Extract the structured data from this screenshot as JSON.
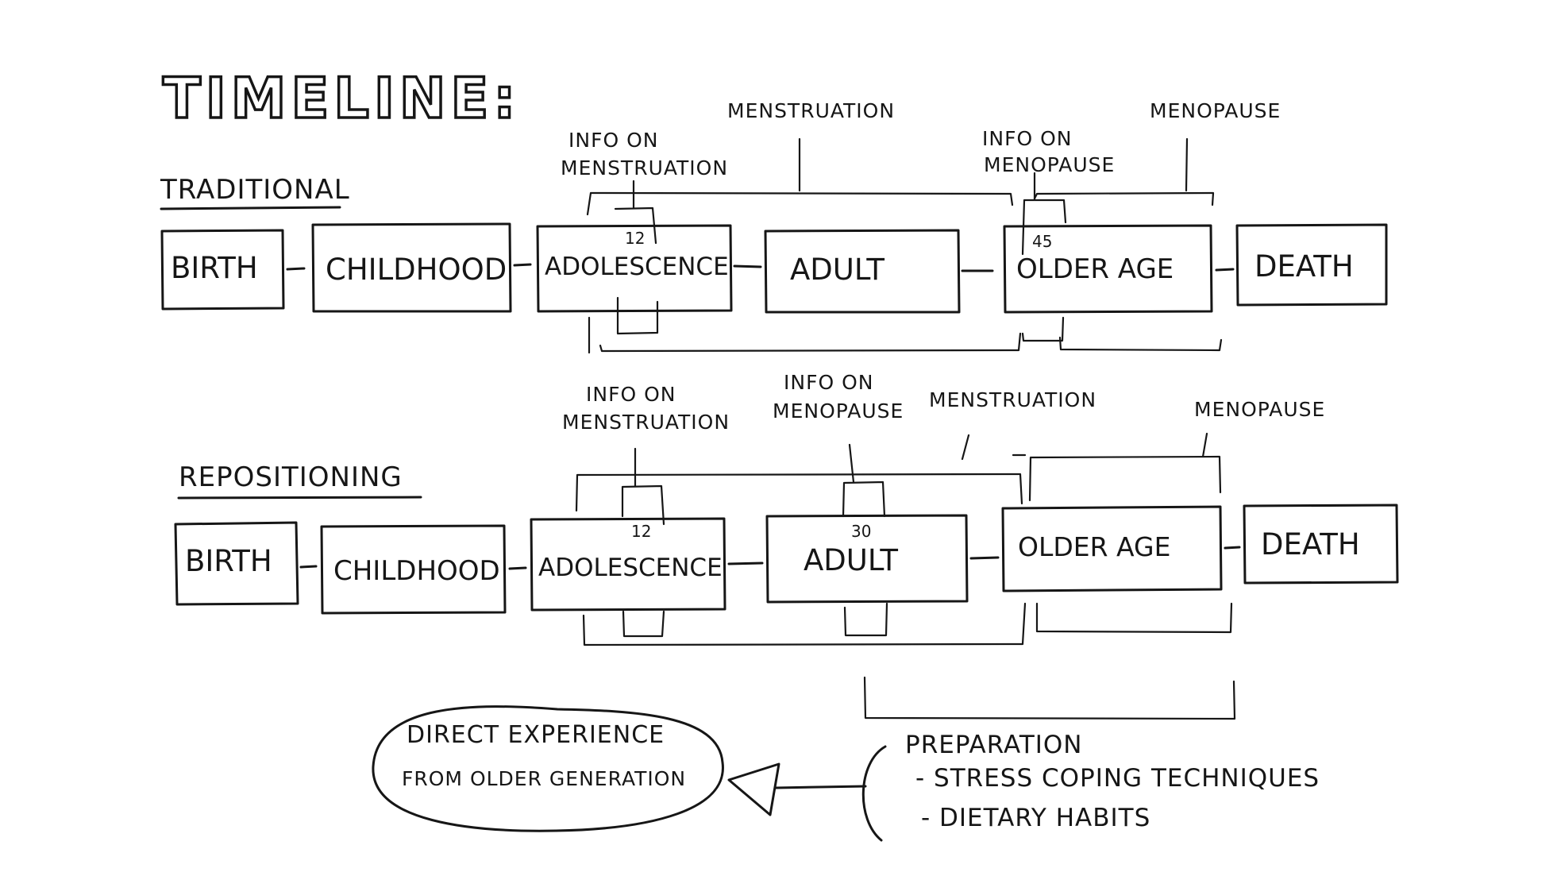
{
  "title": "TIMELINE:",
  "traditional": {
    "heading": "TRADITIONAL",
    "stages": [
      "BIRTH",
      "CHILDHOOD",
      "ADOLESCENCE",
      "ADULT",
      "OLDER AGE",
      "DEATH"
    ],
    "annotations": {
      "info_menstruation": [
        "INFO ON",
        "MENSTRUATION"
      ],
      "menstruation": "MENSTRUATION",
      "info_menopause": [
        "INFO ON",
        "MENOPAUSE"
      ],
      "menopause": "MENOPAUSE",
      "age_info_menstruation": "12",
      "age_info_menopause": "45"
    }
  },
  "repositioning": {
    "heading": "REPOSITIONING",
    "stages": [
      "BIRTH",
      "CHILDHOOD",
      "ADOLESCENCE",
      "ADULT",
      "OLDER AGE",
      "DEATH"
    ],
    "annotations": {
      "info_menstruation": [
        "INFO ON",
        "MENSTRUATION"
      ],
      "info_menopause": [
        "INFO ON",
        "MENOPAUSE"
      ],
      "menstruation": "MENSTRUATION",
      "menopause": "MENOPAUSE",
      "age_info_menstruation": "12",
      "age_info_menopause": "30"
    }
  },
  "bubble": [
    "DIRECT EXPERIENCE",
    "FROM OLDER GENERATION"
  ],
  "preparation": {
    "title": "PREPARATION",
    "items": [
      "- STRESS COPING TECHNIQUES",
      "- DIETARY HABITS"
    ]
  }
}
